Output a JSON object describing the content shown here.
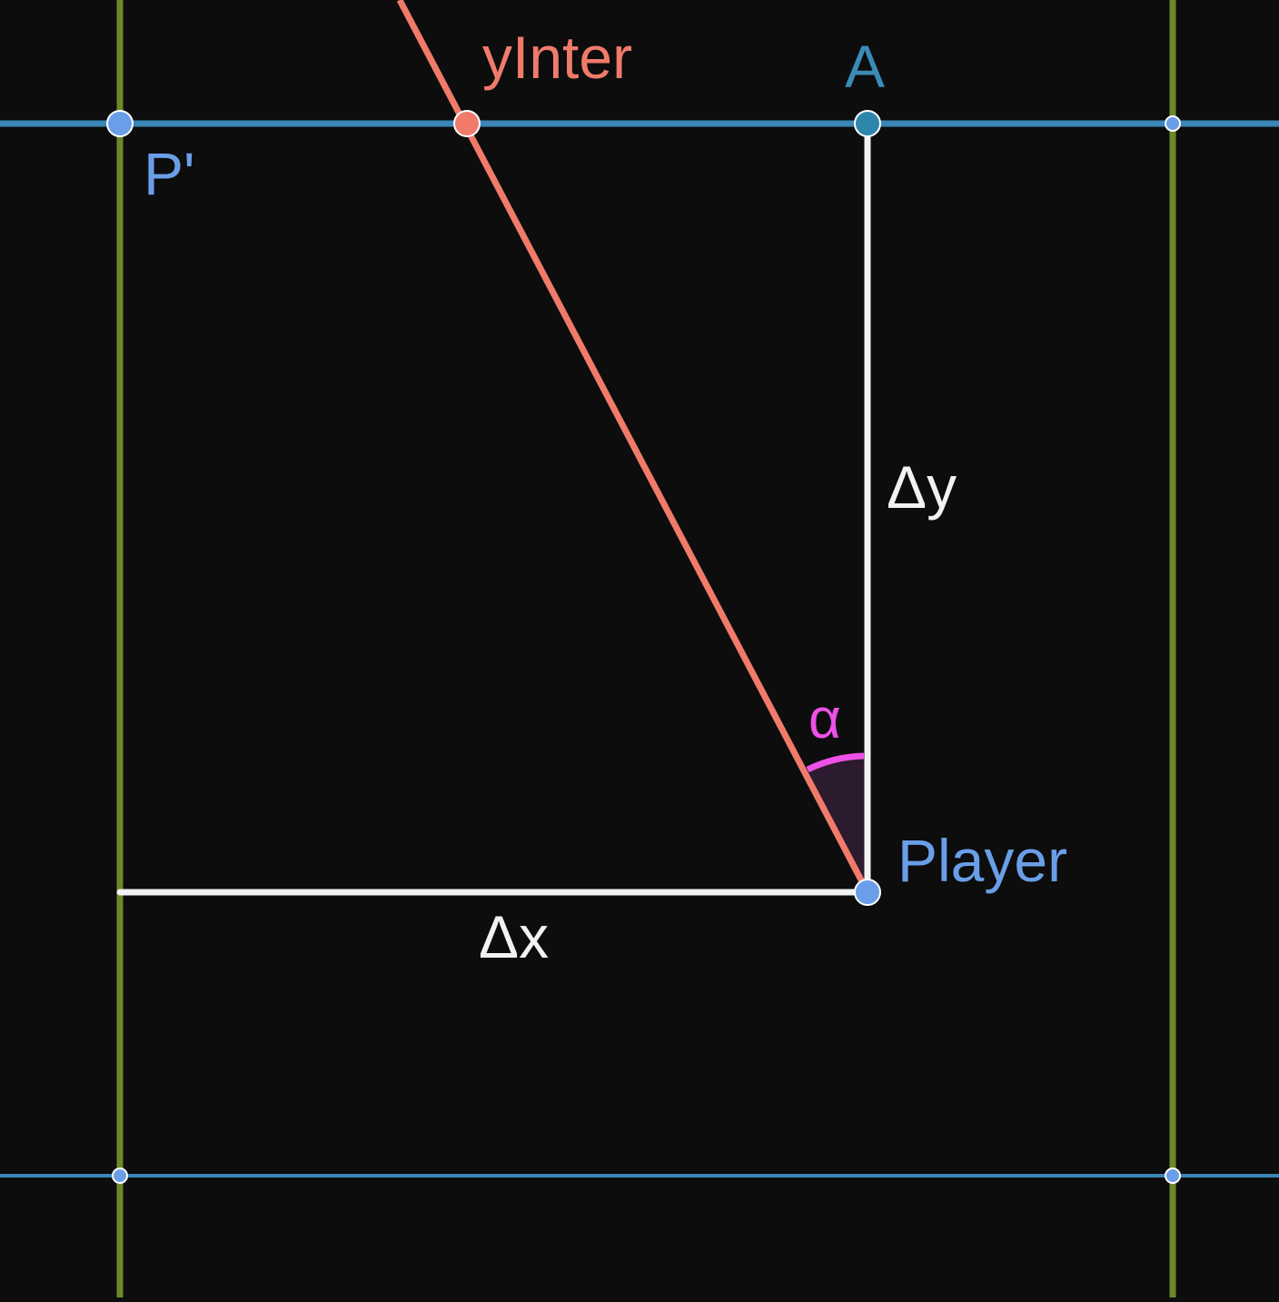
{
  "colors": {
    "background": "#0d0d0d",
    "grid_vertical": "#6b8a26",
    "grid_horizontal": "#3a86b8",
    "ray": "#f07b6a",
    "triangle": "#f2f2f2",
    "angle_arc": "#ef50e8",
    "angle_fill": "#2c1a2e",
    "point_blue": "#6a9ee8",
    "point_teal": "#2f86ad",
    "label_blue": "#6a9ee8",
    "label_teal": "#3a8bb8",
    "label_red": "#f07b6a",
    "label_white": "#f2f2f2"
  },
  "labels": {
    "y_intercept": "yInter",
    "point_a": "A",
    "point_p_prime": "P'",
    "player": "Player",
    "delta_y": "Δy",
    "delta_x": "Δx",
    "angle": "α"
  }
}
